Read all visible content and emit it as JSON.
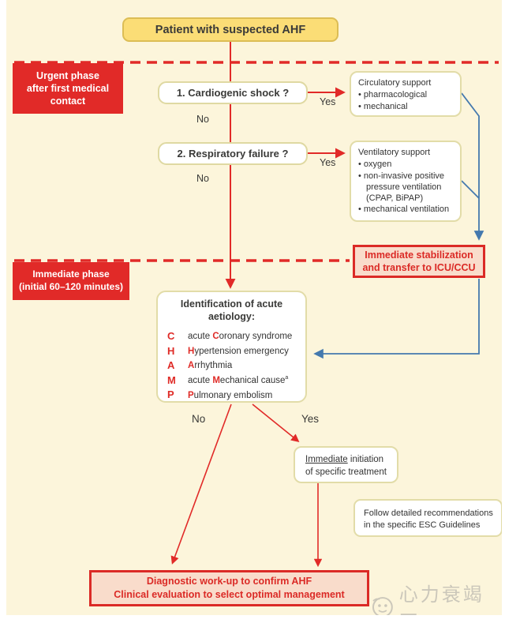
{
  "colors": {
    "background": "#FCF5DB",
    "red": "#E12A28",
    "pink_fill": "#F9DCCB",
    "gold_fill": "#FBDD76",
    "khaki_border": "#E2DCA8",
    "blue_connector": "#4479AE",
    "watermark_gray": "#CBC7BA"
  },
  "flow": {
    "start": {
      "label": "Patient with suspected AHF"
    },
    "phase1": {
      "lines": [
        "Urgent phase",
        "after first medical",
        "contact"
      ]
    },
    "phase2": {
      "lines": [
        "Immediate phase",
        "(initial 60–120 minutes)"
      ]
    },
    "q1": {
      "label": "1. Cardiogenic shock ?",
      "yes": "Yes",
      "no": "No"
    },
    "q2": {
      "label": "2. Respiratory failure ?",
      "yes": "Yes",
      "no": "No"
    },
    "circulatory": {
      "title": "Circulatory support",
      "bullets": [
        "pharmacological",
        "mechanical"
      ]
    },
    "ventilatory": {
      "title": "Ventilatory support",
      "bullets": [
        "oxygen",
        "non-invasive positive pressure ventilation (CPAP, BiPAP)",
        "mechanical ventilation"
      ]
    },
    "stabilization": {
      "lines": [
        "Immediate stabilization",
        "and transfer to ICU/CCU"
      ]
    },
    "champ": {
      "title_lines": [
        "Identification of acute",
        "aetiology:"
      ],
      "rows": [
        {
          "letter": "C",
          "pre": "acute ",
          "em": "C",
          "rest": "oronary syndrome",
          "sup": ""
        },
        {
          "letter": "H",
          "pre": "",
          "em": "H",
          "rest": "ypertension emergency",
          "sup": ""
        },
        {
          "letter": "A",
          "pre": "",
          "em": "A",
          "rest": "rrhythmia",
          "sup": ""
        },
        {
          "letter": "M",
          "pre": "acute ",
          "em": "M",
          "rest": "echanical cause",
          "sup": "a"
        },
        {
          "letter": "P",
          "pre": "",
          "em": "P",
          "rest": "ulmonary embolism",
          "sup": ""
        }
      ],
      "no": "No",
      "yes": "Yes"
    },
    "treatment": {
      "underlined": "Immediate",
      "line1_rest": " initiation",
      "line2": "of specific treatment"
    },
    "guidelines": {
      "lines": [
        "Follow detailed recommendations",
        "in the specific ESC Guidelines"
      ]
    },
    "final": {
      "lines": [
        "Diagnostic work-up to confirm AHF",
        "Clinical evaluation to select optimal management"
      ]
    }
  },
  "watermark": {
    "text": "心力衰竭网"
  }
}
